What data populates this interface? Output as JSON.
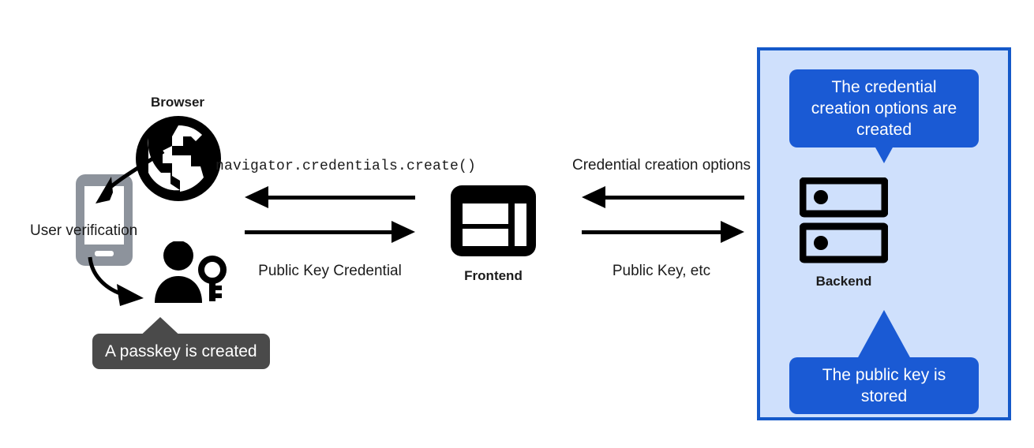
{
  "diagram": {
    "title": "WebAuthn passkey registration flow",
    "colors": {
      "callout_blue": "#1a5ad4",
      "panel_fill": "#cfe0fc",
      "panel_border": "#1559c9",
      "tooltip_gray": "#4a4a4a",
      "device_gray": "#8d939c",
      "ink": "#000000"
    }
  },
  "browser": {
    "label": "Browser",
    "icon": "globe-icon"
  },
  "device": {
    "icon": "smartphone-icon",
    "verification_label": "User verification"
  },
  "passkey": {
    "icon": "user-key-icon",
    "tooltip": "A passkey is created"
  },
  "frontend": {
    "label": "Frontend",
    "icon": "layout-dashboard-icon"
  },
  "backend": {
    "label": "Backend",
    "icon": "server-rack-icon",
    "callout_top": "The credential creation options are created",
    "callout_bottom": "The public key is stored"
  },
  "flows": {
    "browser_frontend": {
      "top_label": "navigator.credentials.create()",
      "top_direction": "left",
      "bottom_label": "Public Key Credential",
      "bottom_direction": "right"
    },
    "frontend_backend": {
      "top_label": "Credential creation options",
      "top_direction": "left",
      "bottom_label": "Public Key, etc",
      "bottom_direction": "right"
    }
  }
}
